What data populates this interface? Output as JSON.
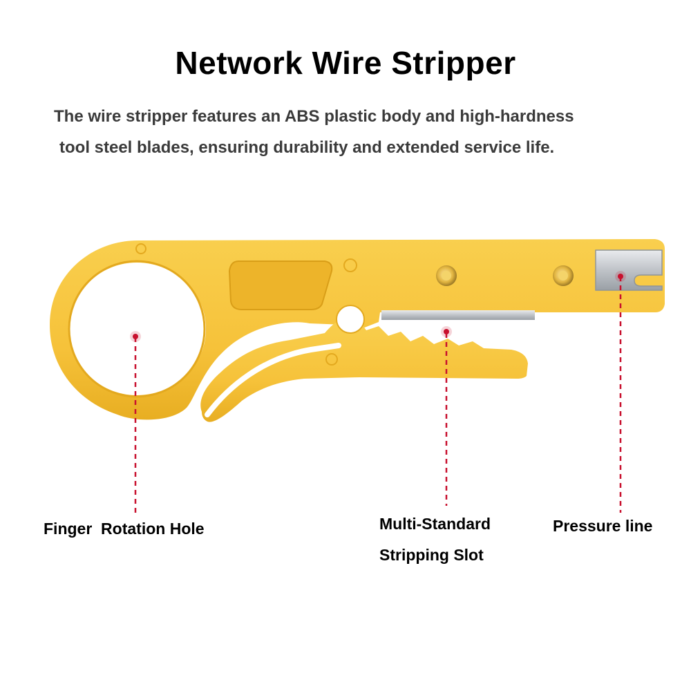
{
  "header": {
    "title": "Network Wire Stripper",
    "description_line1": "The wire stripper features an ABS plastic body and high-hardness",
    "description_line2": "tool steel blades, ensuring durability and extended service life."
  },
  "callouts": {
    "finger_hole": "Finger  Rotation Hole",
    "slot_line1": "Multi-Standard",
    "slot_line2": "Stripping Slot",
    "pressure": "Pressure line"
  },
  "colors": {
    "body": "#F6C23A",
    "body_shadow": "#E2A91E",
    "blade": "#C9CCD0",
    "leader": "#C8102E",
    "text": "#000000"
  }
}
